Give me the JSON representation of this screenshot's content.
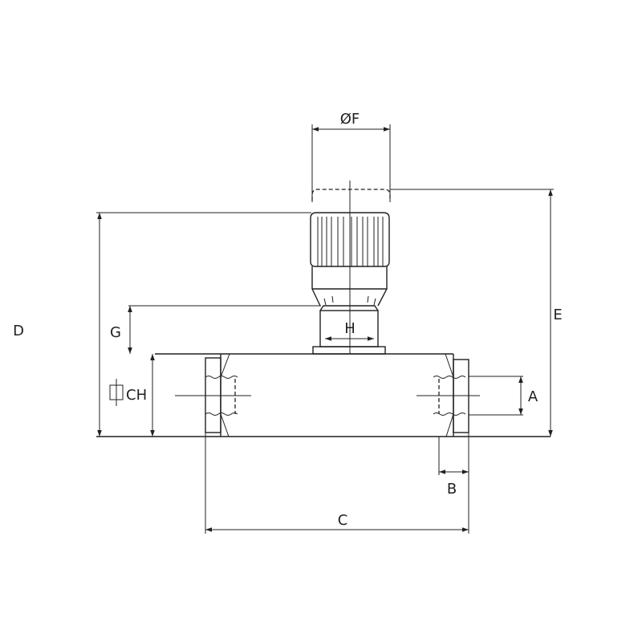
{
  "drawing": {
    "title": "Flow control valve dimension drawing",
    "labels": {
      "diameter_f": "ØF",
      "e": "E",
      "d": "D",
      "g": "G",
      "h": "H",
      "ch": "CH",
      "a": "A",
      "b": "B",
      "c": "C"
    },
    "line_color": "#231f20"
  }
}
